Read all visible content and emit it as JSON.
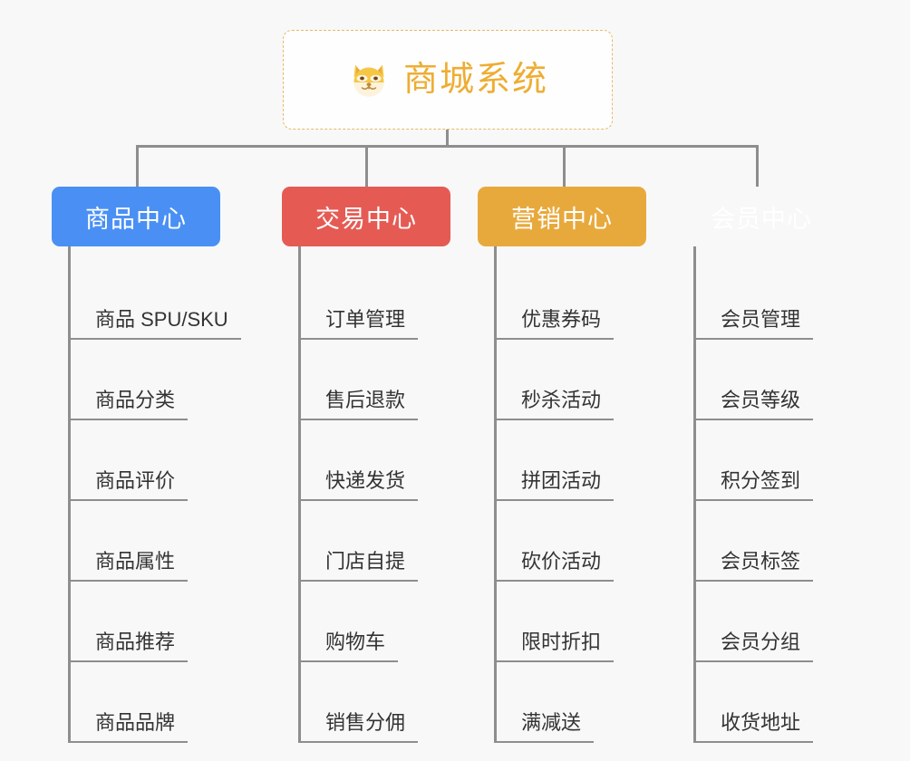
{
  "page": {
    "background_color": "#f8f8f8",
    "line_color": "#8e8e8e"
  },
  "root": {
    "title": "商城系统",
    "icon": "shiba-dog-face-emoji",
    "text_color": "#eead33",
    "border_color": "#e6b96a",
    "background_color": "#fefefe"
  },
  "categories": [
    {
      "label": "商品中心",
      "color": "#4a90f4",
      "items": [
        "商品 SPU/SKU",
        "商品分类",
        "商品评价",
        "商品属性",
        "商品推荐",
        "商品品牌"
      ]
    },
    {
      "label": "交易中心",
      "color": "#e55b54",
      "items": [
        "订单管理",
        "售后退款",
        "快递发货",
        "门店自提",
        "购物车",
        "销售分佣"
      ]
    },
    {
      "label": "营销中心",
      "color": "#e8a93c",
      "items": [
        "优惠券码",
        "秒杀活动",
        "拼团活动",
        "砍价活动",
        "限时折扣",
        "满减送"
      ]
    },
    {
      "label": "会员中心",
      "color": "#78c council",
      "items": [
        "会员管理",
        "会员等级",
        "积分签到",
        "会员标签",
        "会员分组",
        "收货地址"
      ]
    }
  ]
}
